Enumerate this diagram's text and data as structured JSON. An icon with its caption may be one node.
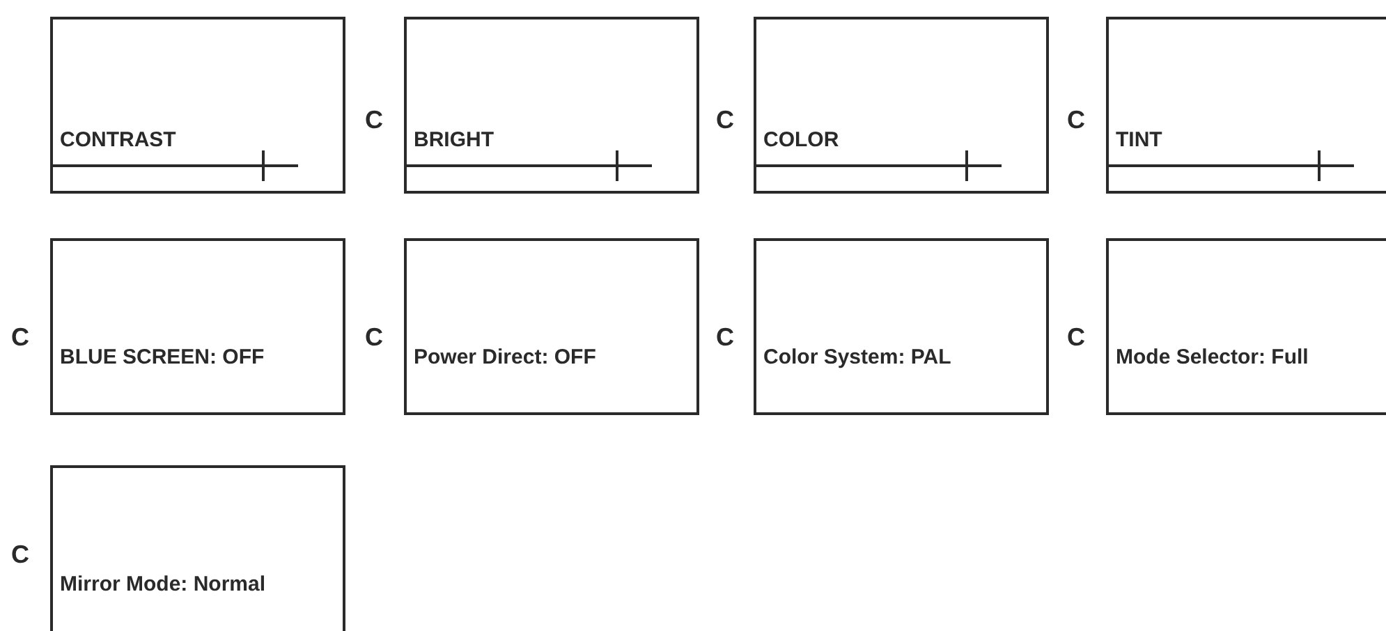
{
  "diagram": {
    "nodes": [
      {
        "text": [
          "CONTRAST"
        ]
      },
      {
        "text": [
          "BRIGHT"
        ]
      },
      {
        "text": [
          "COLOR"
        ]
      },
      {
        "text": [
          "TINT"
        ]
      },
      {
        "text": [
          "BLUE SCREEN: OFF"
        ]
      },
      {
        "text": [
          "Power Direct: OFF"
        ]
      },
      {
        "text": [
          "Color System: PAL"
        ]
      },
      {
        "text": [
          "Mode Selector: Full"
        ]
      },
      {
        "text": [
          "Mirror Mode: Normal"
        ]
      }
    ],
    "labels": [
      "C",
      "C",
      "C",
      "C",
      "C",
      "C",
      "C",
      "C"
    ]
  }
}
